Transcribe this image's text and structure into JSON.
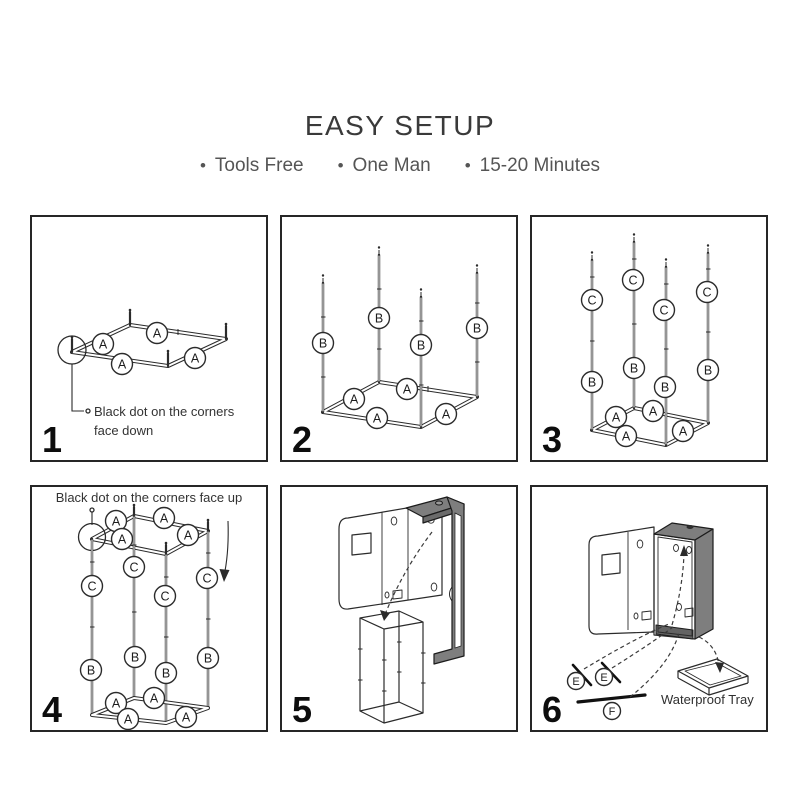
{
  "header": {
    "title": "EASY SETUP",
    "bullet_char": "•",
    "bullets": [
      "Tools Free",
      "One Man",
      "15-20 Minutes"
    ]
  },
  "letters": {
    "a": "A",
    "b": "B",
    "c": "C",
    "e": "E",
    "f": "F"
  },
  "panels": {
    "p1": {
      "number": "1",
      "caption_line1": "Black dot on the corners",
      "caption_line2": "face down"
    },
    "p2": {
      "number": "2"
    },
    "p3": {
      "number": "3"
    },
    "p4": {
      "number": "4",
      "caption": "Black dot on the corners face up"
    },
    "p5": {
      "number": "5"
    },
    "p6": {
      "number": "6",
      "tray_label": "Waterproof Tray"
    }
  },
  "colors": {
    "ink": "#2b2b2b",
    "fabric_gray": "#7e7e7e",
    "panel_border": "#262626"
  }
}
